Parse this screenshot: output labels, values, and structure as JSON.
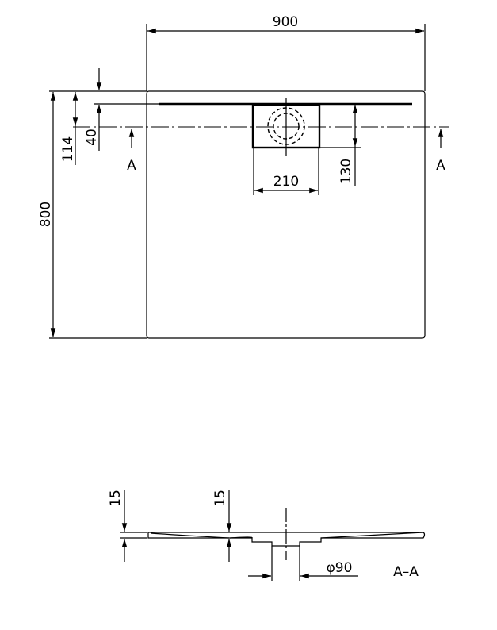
{
  "plan_view": {
    "width_label": "900",
    "depth_label": "800",
    "drain_offset_label": "114",
    "edge_offset_label": "40",
    "drain_width_label": "210",
    "drain_depth_label": "130",
    "section_marker_left": "A",
    "section_marker_right": "A"
  },
  "section_view": {
    "edge_thickness_label": "15",
    "inner_thickness_label": "15",
    "outlet_diameter_label": "φ90",
    "section_title": "A–A"
  }
}
